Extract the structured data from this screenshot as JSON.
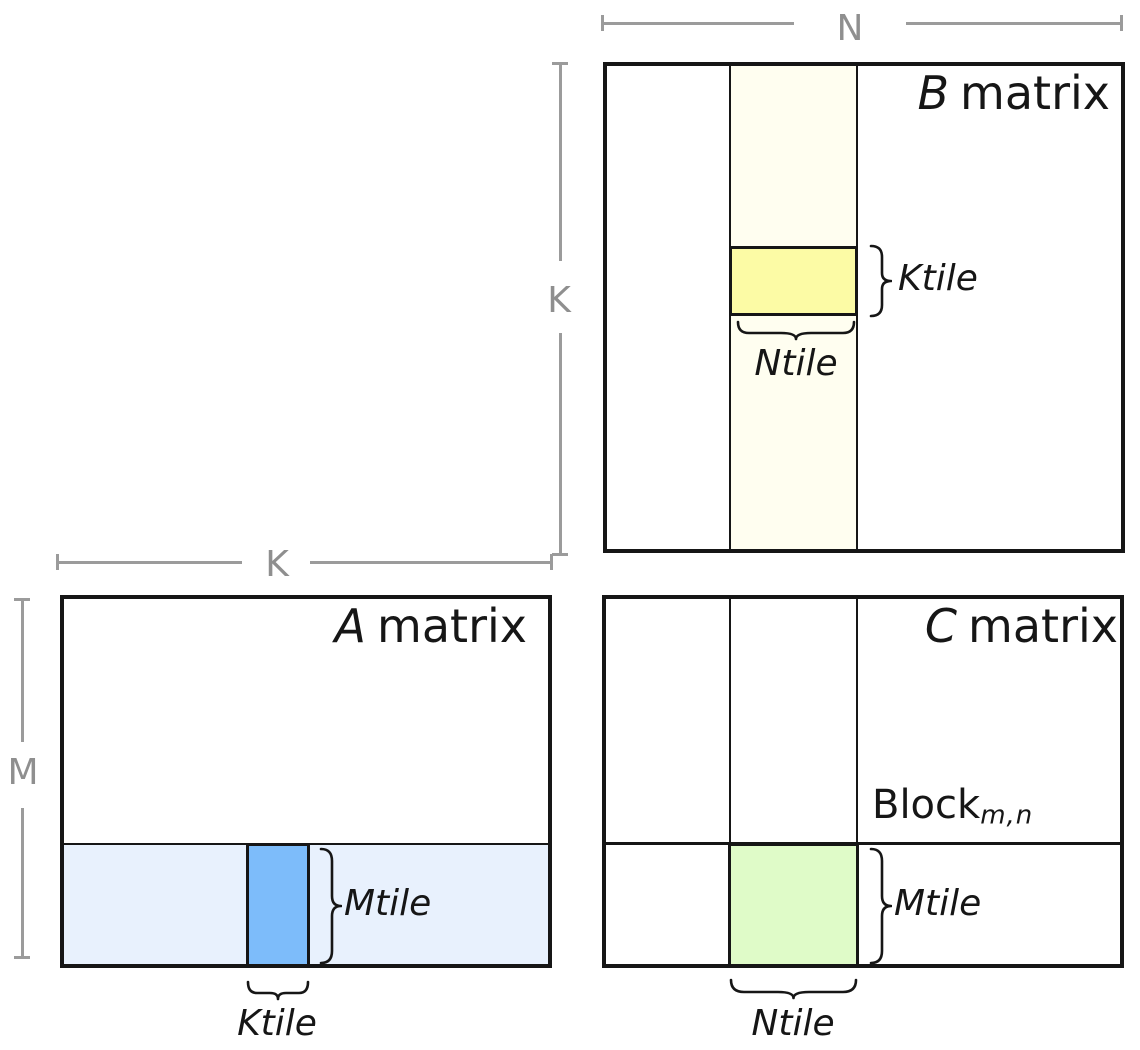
{
  "colors": {
    "ink": "#161616",
    "dim-line": "#9b9b9b",
    "dim-text": "#8f8f8f",
    "ivory-strip": "#fffef0",
    "yellow-tile": "#fcfba5",
    "blue-strip": "#e8f1fd",
    "blue-tile": "#7dbcfa",
    "green-tile": "#dffbc8"
  },
  "dimensions": {
    "n": "N",
    "k_beside_b": "K",
    "k_above_a": "K",
    "m": "M"
  },
  "matrices": {
    "b": {
      "letter": "B",
      "word": "matrix",
      "ktile_label": "Ktile",
      "ntile_label": "Ntile"
    },
    "a": {
      "letter": "A",
      "word": "matrix",
      "mtile_label": "Mtile",
      "ktile_label": "Ktile"
    },
    "c": {
      "letter": "C",
      "word": "matrix",
      "mtile_label": "Mtile",
      "ntile_label": "Ntile",
      "block_base": "Block",
      "block_subscript": "m,n"
    }
  }
}
